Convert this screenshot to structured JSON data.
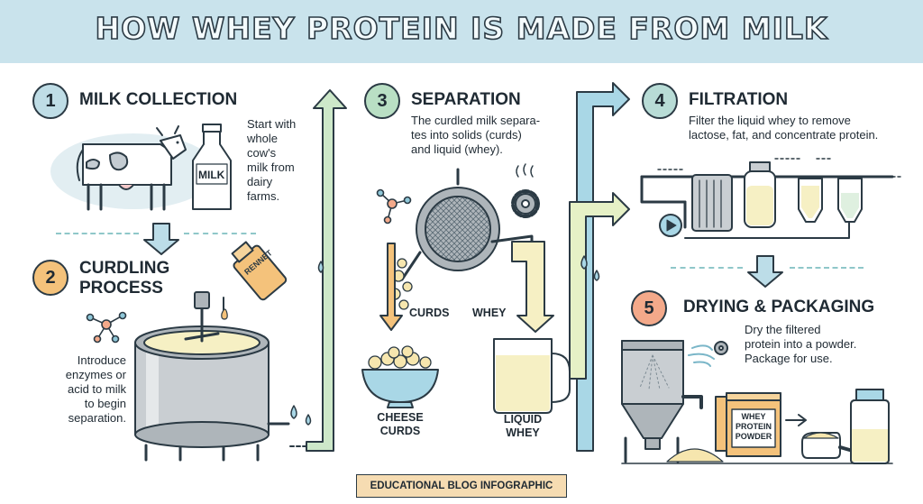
{
  "title": "HOW WHEY PROTEIN IS MADE FROM MILK",
  "steps": [
    {
      "num": "1",
      "title": "MILK COLLECTION",
      "desc": [
        "Start with",
        "whole",
        "cow's",
        "milk from",
        "dairy",
        "farms."
      ]
    },
    {
      "num": "2",
      "title_lines": [
        "CURDLING",
        "PROCESS"
      ],
      "desc": [
        "Introduce",
        "enzymes or",
        "acid to milk",
        "to begin",
        "separation."
      ]
    },
    {
      "num": "3",
      "title": "SEPARATION",
      "desc": [
        "The curdled milk separa-",
        "tes into solids (curds)",
        "and liquid (whey)."
      ]
    },
    {
      "num": "4",
      "title": "FILTRATION",
      "desc": [
        "Filter the liquid whey to remove",
        "lactose, fat, and concentrate protein."
      ]
    },
    {
      "num": "5",
      "title": "DRYING & PACKAGING",
      "desc": [
        "Dry the filtered",
        "protein into a powder.",
        "Package for use."
      ]
    }
  ],
  "labels": {
    "milk_bottle": "MILK",
    "rennet": "RENNET",
    "curds": "CURDS",
    "whey": "WHEY",
    "cheese_curds": [
      "CHEESE",
      "CURDS"
    ],
    "liquid_whey": [
      "LIQUID",
      "WHEY"
    ],
    "powder_bag": [
      "WHEY",
      "PROTEIN",
      "POWDER"
    ]
  },
  "footer": "EDUCATIONAL BLOG INFOGRAPHIC",
  "colors": {
    "header_bg": "#c9e3ec",
    "step1": "#bfdde6",
    "step2": "#f4c27b",
    "step3": "#b9dfc4",
    "step4": "#b8dcd6",
    "step5": "#f3a98a",
    "arrow_green": "#cde8c9",
    "arrow_blue": "#a9d7e6",
    "liquid": "#f6f0c4",
    "outline": "#2b3a44"
  },
  "icons": [
    "cow-icon",
    "milk-bottle-icon",
    "rennet-bottle-icon",
    "molecule-icon",
    "vat-icon",
    "sieve-icon",
    "gear-icon",
    "curds-bowl-icon",
    "beaker-icon",
    "filtration-system-icon",
    "spray-dryer-icon",
    "powder-bag-icon",
    "scoop-icon",
    "shaker-icon",
    "water-drop-icon",
    "fan-icon"
  ]
}
